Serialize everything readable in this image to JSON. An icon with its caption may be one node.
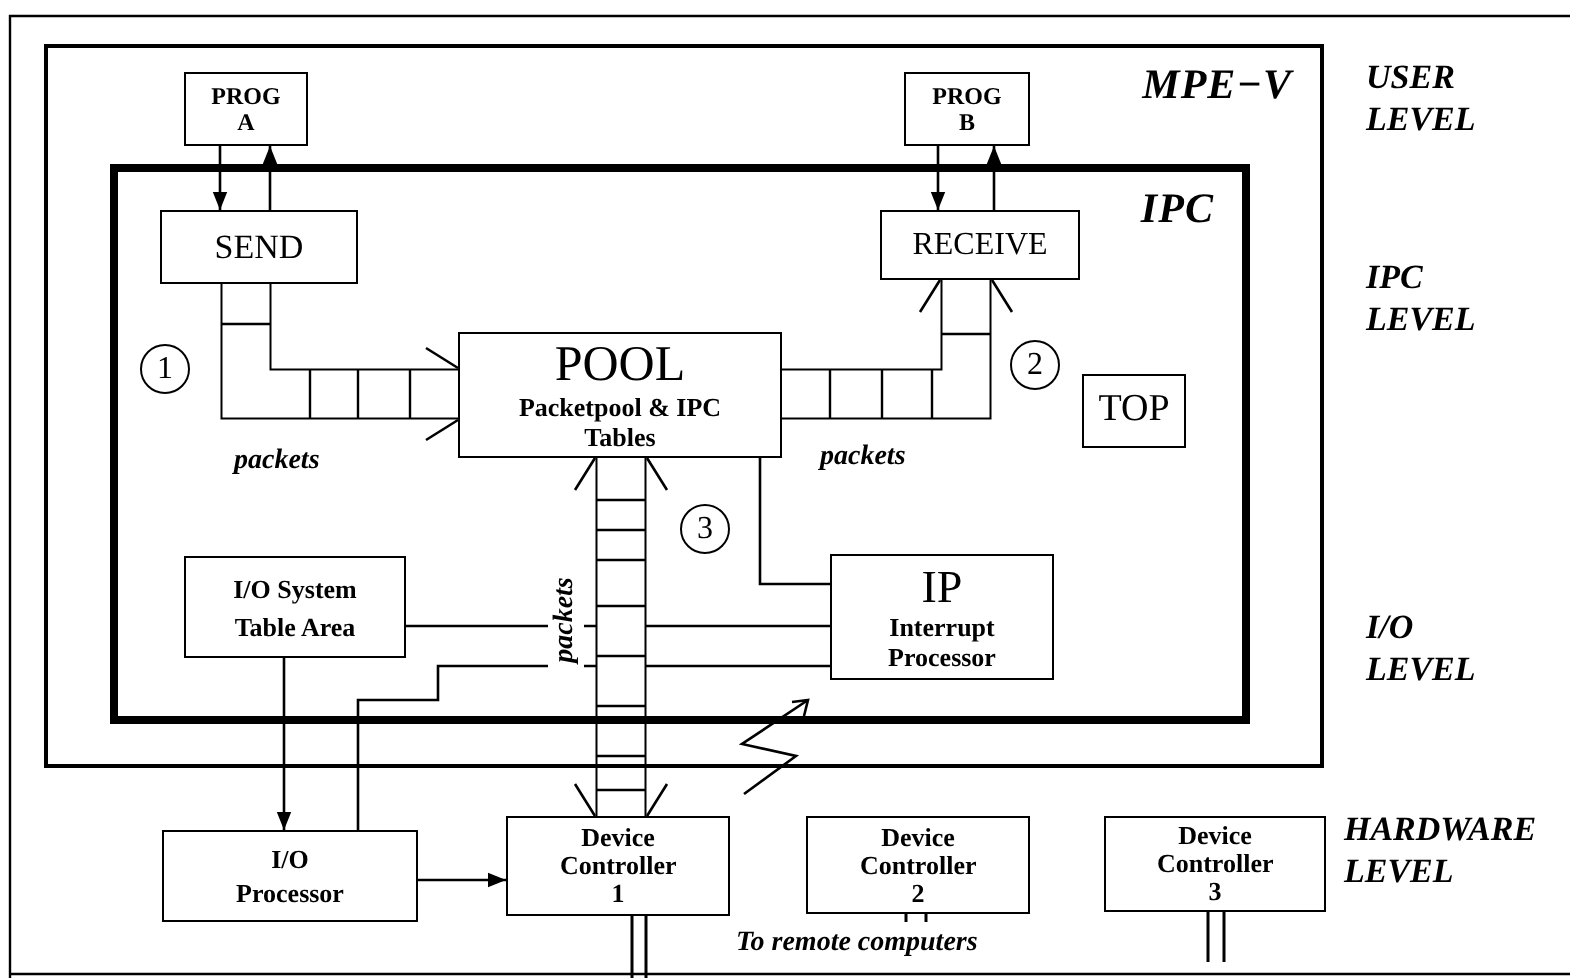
{
  "diagram": {
    "nodes": [
      {
        "text": [
          "MPE−V"
        ]
      },
      {
        "text": [
          "PROG A"
        ],
        "in": 0
      },
      {
        "text": [
          "PROG B"
        ],
        "in": 0
      },
      {
        "text": [
          "IPC"
        ],
        "in": 0
      },
      {
        "text": [
          "SEND"
        ],
        "in": 3
      },
      {
        "text": [
          "RECEIVE"
        ],
        "in": 3
      },
      {
        "text": [
          "POOL",
          "Packetpool & IPC Tables"
        ],
        "in": 3
      },
      {
        "text": [
          "TOP"
        ],
        "in": 3
      },
      {
        "text": [
          "I/O System Table Area"
        ],
        "in": 3
      },
      {
        "text": [
          "IP",
          "Interrupt Processor"
        ],
        "in": 3
      },
      {
        "text": [
          "I/O Processor"
        ]
      },
      {
        "text": [
          "Device Controller 1"
        ]
      },
      {
        "text": [
          "Device Controller 2"
        ]
      },
      {
        "text": [
          "Device Controller 3"
        ]
      }
    ],
    "edges": [
      {
        "from": 1,
        "to": 4,
        "arrow": "to"
      },
      {
        "from": 4,
        "to": 1,
        "arrow": "to"
      },
      {
        "from": 2,
        "to": 5,
        "arrow": "to"
      },
      {
        "from": 5,
        "to": 2,
        "arrow": "to"
      },
      {
        "from": 4,
        "to": 6,
        "arrow": "to",
        "style": "thick"
      },
      {
        "from": 6,
        "to": 5,
        "arrow": "to",
        "style": "thick"
      },
      {
        "from": 6,
        "to": 11,
        "arrow": "both",
        "style": "thick"
      },
      {
        "from": 6,
        "to": 9,
        "arrow": "none"
      },
      {
        "from": 8,
        "to": 9,
        "arrow": "none"
      },
      {
        "from": 10,
        "to": 9,
        "arrow": "none"
      },
      {
        "from": 8,
        "to": 10,
        "arrow": "to"
      },
      {
        "from": 10,
        "to": 11,
        "arrow": "to"
      }
    ],
    "labels": [
      "USER LEVEL",
      "IPC LEVEL",
      "1",
      "packets",
      "2",
      "packets",
      "3",
      "packets",
      "I/O LEVEL",
      "HARDWARE LEVEL",
      "To remote computers"
    ]
  }
}
